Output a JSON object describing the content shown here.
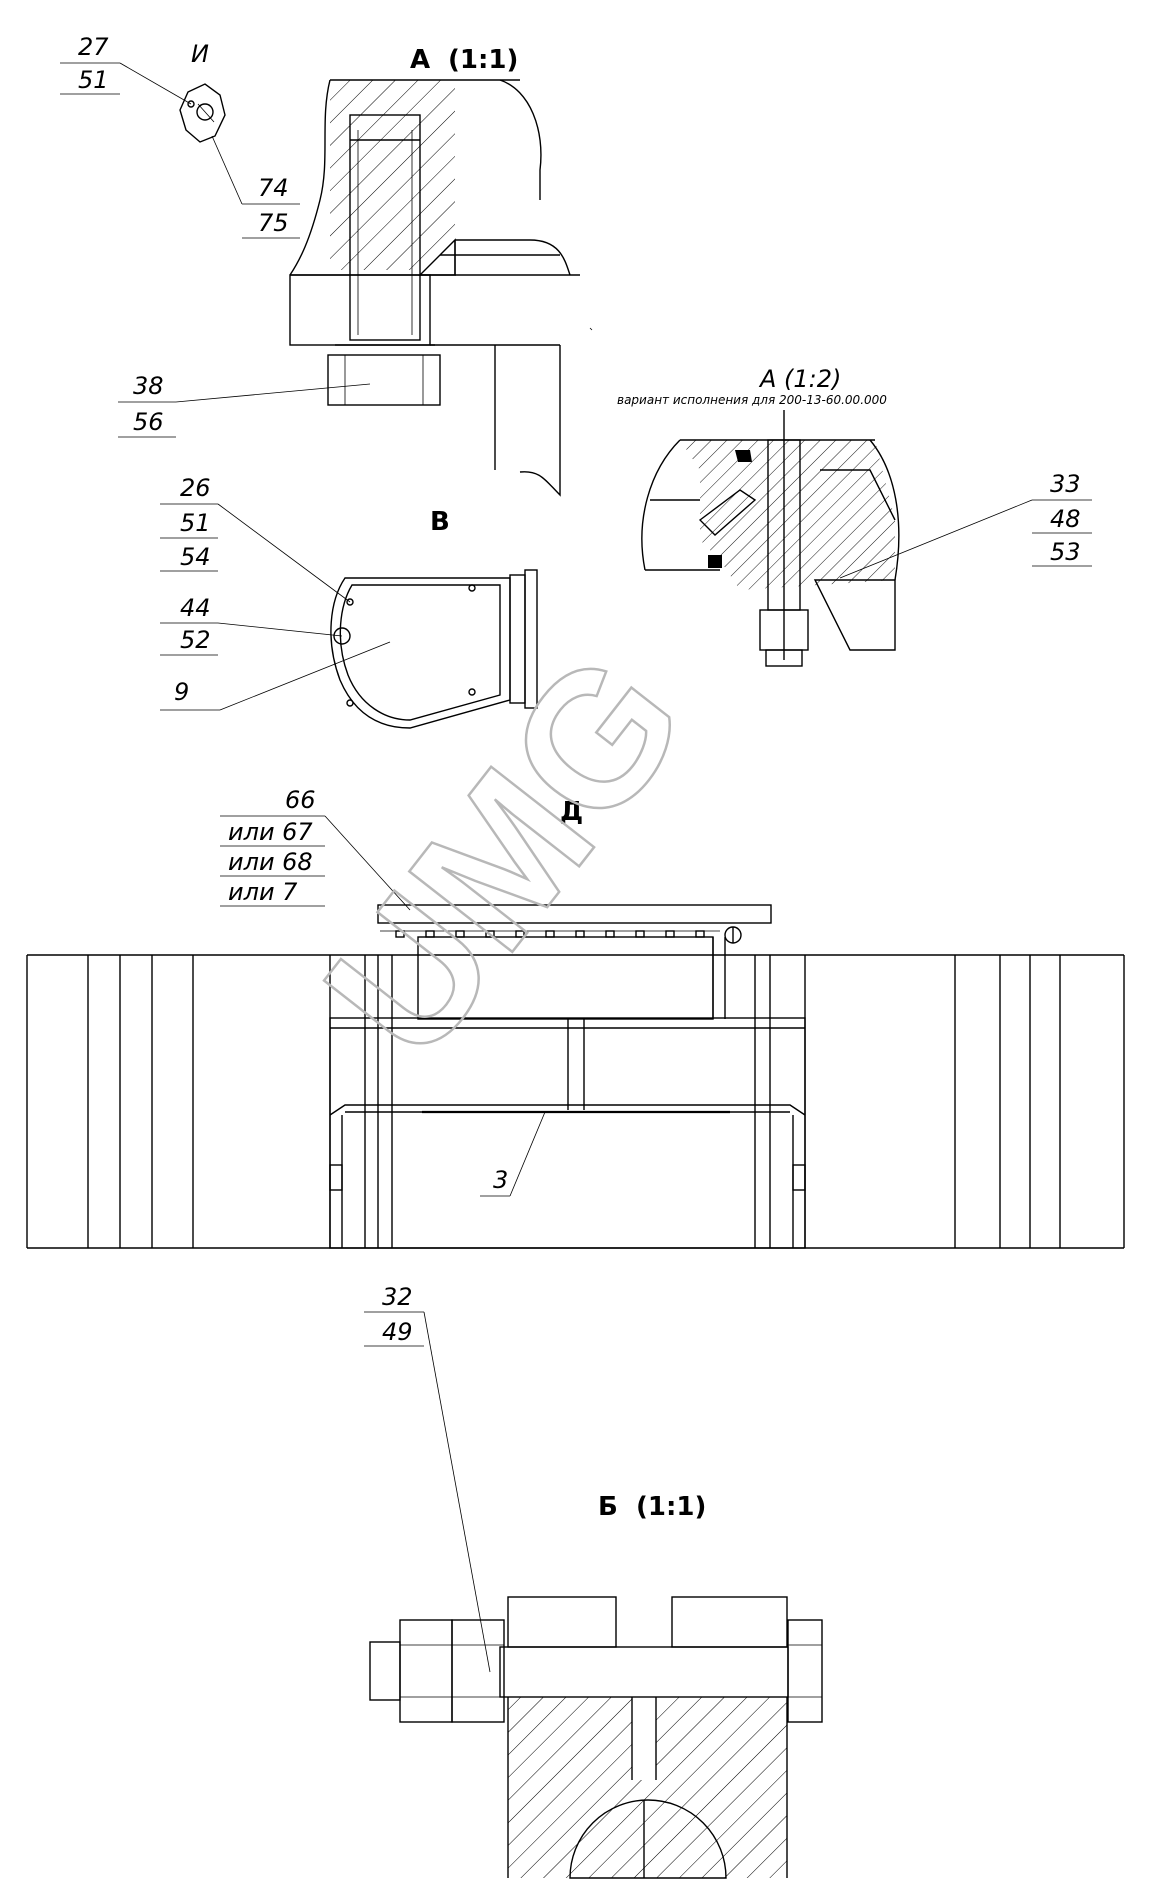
{
  "views": {
    "a": {
      "title": "А",
      "scale": "(1:1)"
    },
    "a_alt": {
      "title": "А (1:2)",
      "note": "вариант исполнения для 200-13-60.00.000"
    },
    "v": {
      "title": "В"
    },
    "d": {
      "title": "Д"
    },
    "b": {
      "title": "Б",
      "scale": "(1:1)"
    },
    "i": {
      "title": "И"
    }
  },
  "callouts": {
    "c_27_51": [
      "27",
      "51"
    ],
    "c_74_75": [
      "74",
      "75"
    ],
    "c_38_56": [
      "38",
      "56"
    ],
    "c_26_51_54": [
      "26",
      "51",
      "54"
    ],
    "c_44_52": [
      "44",
      "52"
    ],
    "c_9": [
      "9"
    ],
    "c_33_48_53": [
      "33",
      "48",
      "53"
    ],
    "c_66": [
      "66",
      "или 67",
      "или 68",
      "или 7"
    ],
    "c_3": [
      "3"
    ],
    "c_32_49": [
      "32",
      "49"
    ]
  },
  "watermark": "UMG",
  "colors": {
    "line": "#000000",
    "watermark": "#b8b8b8",
    "background": "#ffffff"
  }
}
